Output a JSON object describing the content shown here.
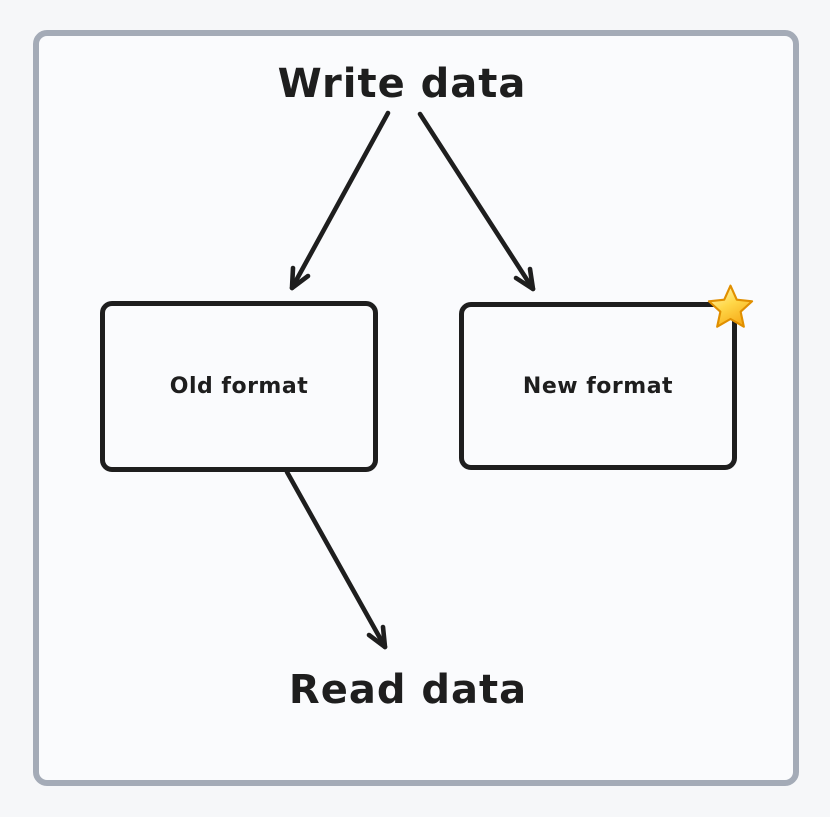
{
  "diagram": {
    "top_label": "Write data",
    "bottom_label": "Read data",
    "boxes": [
      {
        "label": "Old format"
      },
      {
        "label": "New format",
        "badge": "star-icon"
      }
    ],
    "colors": {
      "page_background": "#f6f7f9",
      "frame_background": "#fafbfd",
      "frame_border": "#a4abb7",
      "ink": "#1e1e1e",
      "star_light": "#fff3b0",
      "star_mid": "#ffd84a",
      "star_deep": "#f6a713",
      "star_outline": "#e08f00"
    }
  }
}
